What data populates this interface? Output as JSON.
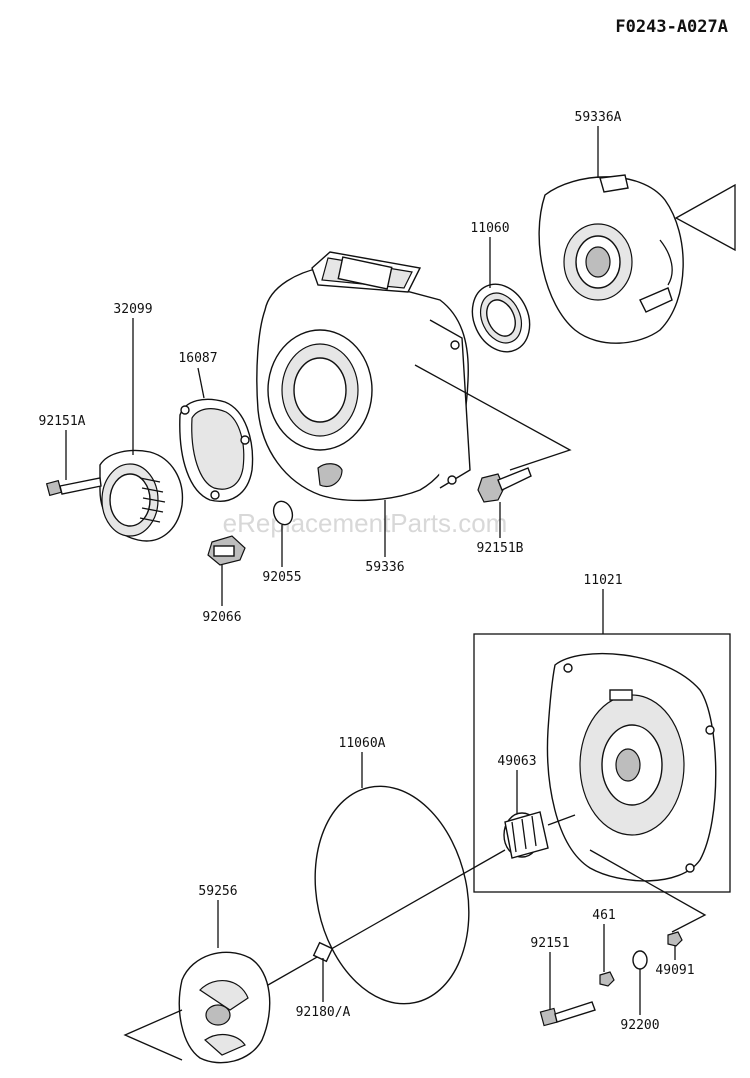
{
  "diagram_code": "F0243-A027A",
  "watermark": "eReplacementParts.com",
  "parts": [
    {
      "id": "p-59336a",
      "number": "59336A"
    },
    {
      "id": "p-11060",
      "number": "11060"
    },
    {
      "id": "p-16087",
      "number": "16087"
    },
    {
      "id": "p-32099",
      "number": "32099"
    },
    {
      "id": "p-92151a",
      "number": "92151A"
    },
    {
      "id": "p-92055",
      "number": "92055"
    },
    {
      "id": "p-59336",
      "number": "59336"
    },
    {
      "id": "p-92151b",
      "number": "92151B"
    },
    {
      "id": "p-92066",
      "number": "92066"
    },
    {
      "id": "p-11021",
      "number": "11021"
    },
    {
      "id": "p-11060a",
      "number": "11060A"
    },
    {
      "id": "p-49063",
      "number": "49063"
    },
    {
      "id": "p-59256",
      "number": "59256"
    },
    {
      "id": "p-461",
      "number": "461"
    },
    {
      "id": "p-92151",
      "number": "92151"
    },
    {
      "id": "p-49091",
      "number": "49091"
    },
    {
      "id": "p-92180a",
      "number": "92180/A"
    },
    {
      "id": "p-92200",
      "number": "92200"
    }
  ]
}
